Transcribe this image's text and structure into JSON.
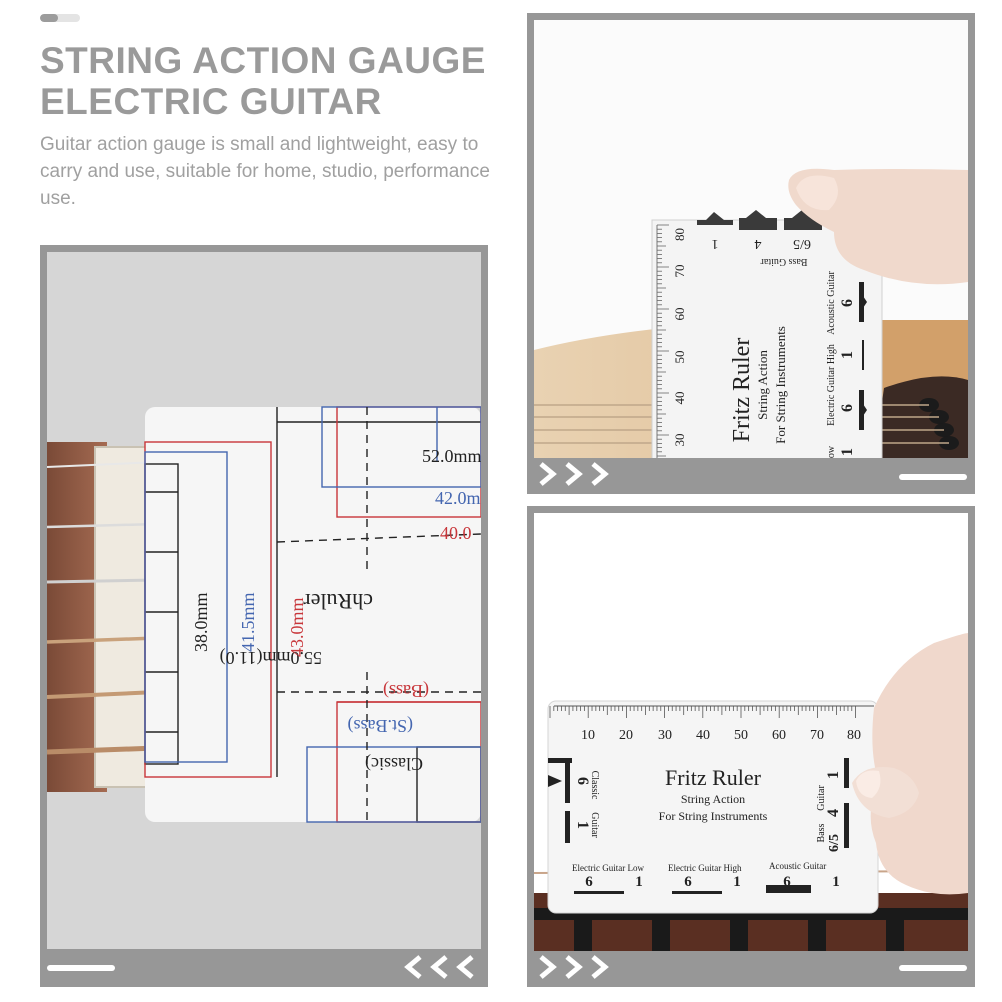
{
  "header": {
    "title_line1": "STRING ACTION GAUGE",
    "title_line2": "ELECTRIC GUITAR",
    "description": "Guitar action gauge is small and lightweight, easy to carry and use, suitable for home, studio, performance use."
  },
  "ruler_closeup": {
    "labels": [
      "52.0mm",
      "42.0m",
      "40.0",
      "chRuler",
      "55.0mm(11.0)",
      "(Bass)",
      "(St.Bass)",
      "Classic)",
      "38.0mm",
      "41.5mm",
      "43.0mm"
    ]
  },
  "ruler_card": {
    "brand": "Fritz Ruler",
    "subtitle1": "String Action",
    "subtitle2": "For String Instruments",
    "scale": [
      "10",
      "20",
      "30",
      "40",
      "50",
      "60",
      "70",
      "80"
    ],
    "left_labels": [
      "Classic",
      "Guitar"
    ],
    "left_numbers": [
      "6",
      "1"
    ],
    "right_labels": [
      "Bass",
      "Guitar"
    ],
    "right_numbers": [
      "1",
      "4",
      "6/5"
    ],
    "bottom_groups": [
      {
        "label": "Electric Guitar Low",
        "nums": [
          "6",
          "1"
        ]
      },
      {
        "label": "Electric Guitar High",
        "nums": [
          "6",
          "1"
        ]
      },
      {
        "label": "Acoustic  Guitar",
        "nums": [
          "6",
          "1"
        ]
      }
    ]
  },
  "ruler_top": {
    "brand": "Fritz Ruler",
    "subtitle1": "String Action",
    "subtitle2": "For String Instruments",
    "scale": [
      "80",
      "70",
      "60",
      "50",
      "40",
      "30"
    ],
    "top_numbers": [
      "1",
      "4",
      "6/5"
    ],
    "top_label": "Bass  Guitar",
    "side_labels": [
      "Acoustic  Guitar",
      "Electric Guitar High",
      "ow"
    ],
    "side_numbers": [
      "6",
      "1",
      "6",
      "1"
    ]
  },
  "colors": {
    "frame": "#979797",
    "title": "#9a9a9a",
    "text": "#a0a0a0",
    "red_line": "#c8363a",
    "blue_line": "#4466b0"
  }
}
